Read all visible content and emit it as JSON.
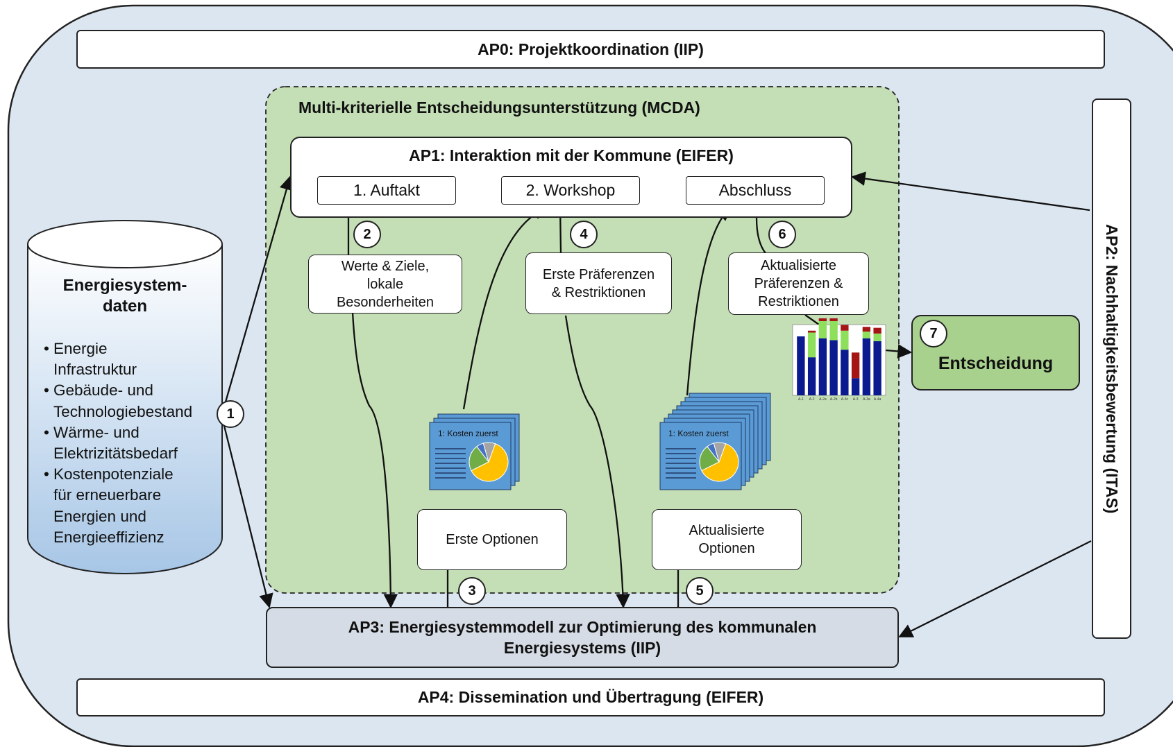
{
  "colors": {
    "outer_bg": "#dce6f1",
    "mcda_bg": "#c4dfb6",
    "decision_bg": "#a9d18e",
    "ap3_bg": "#d6dce5",
    "doc_blue": "#5b9bd5",
    "bar_navy": "#0b1a8f",
    "bar_green": "#8ee05c",
    "bar_red": "#a41515"
  },
  "ap0": {
    "label": "AP0: Projektkoordination (IIP)"
  },
  "ap4": {
    "label": "AP4: Dissemination und Übertragung (EIFER)"
  },
  "ap2": {
    "label": "AP2: Nachhaltigkeitsbewertung (ITAS)"
  },
  "ap3": {
    "line1": "AP3: Energiesystemmodell zur Optimierung des kommunalen",
    "line2": "Energiesystems (IIP)"
  },
  "mcda": {
    "title": "Multi-kriterielle Entscheidungsunterstützung (MCDA)"
  },
  "ap1": {
    "title": "AP1: Interaktion mit der Kommune (EIFER)",
    "tabs": [
      "1. Auftakt",
      "2. Workshop",
      "Abschluss"
    ]
  },
  "database": {
    "title_line1": "Energiesystem-",
    "title_line2": "daten",
    "bullets": [
      [
        "Energie",
        "Infrastruktur"
      ],
      [
        "Gebäude- und",
        "Technologiebestand"
      ],
      [
        "Wärme- und",
        "Elektrizitätsbedarf"
      ],
      [
        "Kostenpotenziale",
        "für erneuerbare",
        "Energien und",
        "Energieeffizienz"
      ]
    ]
  },
  "notes": {
    "werte": [
      "Werte & Ziele,",
      "lokale",
      "Besonderheiten"
    ],
    "praeferenzen": [
      "Erste Präferenzen",
      "& Restriktionen"
    ],
    "aktualisierte_praeferenzen": [
      "Aktualisierte",
      "Präferenzen &",
      "Restriktionen"
    ],
    "erste_optionen": [
      "Erste Optionen"
    ],
    "aktualisierte_optionen": [
      "Aktualisierte",
      "Optionen"
    ]
  },
  "decision": {
    "label": "Entscheidung",
    "step": "7"
  },
  "steps": [
    "1",
    "2",
    "3",
    "4",
    "5",
    "6"
  ],
  "doc_cards": {
    "title": "1: Kosten zuerst"
  },
  "icons": [
    "database-icon",
    "document-stack-icon",
    "pie-chart-icon",
    "stacked-bar-chart-icon",
    "arrow-icon"
  ],
  "chart_data": {
    "type": "bar",
    "stacked": true,
    "categories": [
      "A-1",
      "A-2",
      "A-2a",
      "A-2b",
      "A-3c",
      "A-3",
      "A-3a",
      "A-4a"
    ],
    "series": [
      {
        "values": [
          0.62,
          0.4,
          0.6,
          0.58,
          0.48,
          0.18,
          0.6,
          0.57
        ],
        "color": "#0b1a8f"
      },
      {
        "values": [
          0.0,
          0.26,
          0.18,
          0.2,
          0.2,
          0.0,
          0.07,
          0.08
        ],
        "color": "#8ee05c"
      },
      {
        "values": [
          0.0,
          0.02,
          0.03,
          0.03,
          0.06,
          0.27,
          0.05,
          0.06
        ],
        "color": "#a41515"
      }
    ],
    "ylim": [
      0,
      0.7
    ],
    "note": "miniature thumbnail chart, values approximate"
  }
}
